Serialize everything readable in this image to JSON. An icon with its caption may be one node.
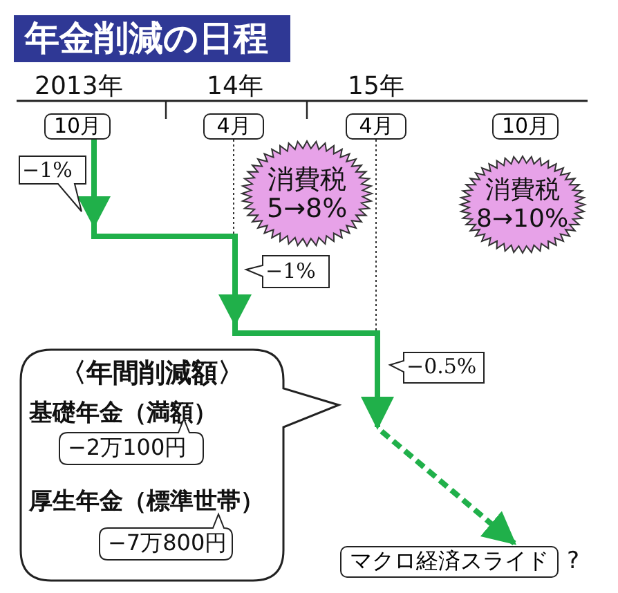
{
  "diagram": {
    "title": "年金削減の日程",
    "nodes": [
      {
        "text": [
          "10月"
        ]
      },
      {
        "text": [
          "4月"
        ]
      },
      {
        "text": [
          "4月"
        ]
      },
      {
        "text": [
          "10月"
        ]
      },
      {
        "text": [
          "−1%"
        ]
      },
      {
        "text": [
          "消費税",
          "5→8%"
        ]
      },
      {
        "text": [
          "消費税",
          "8→10%"
        ]
      },
      {
        "text": [
          "−1%"
        ]
      },
      {
        "text": [
          "〈年間削減額〉",
          "基礎年金（満額）",
          "厚生年金（標準世帯）"
        ]
      },
      {
        "text": [
          "−2万100円"
        ],
        "in": 8
      },
      {
        "text": [
          "−7万800円"
        ],
        "in": 8
      },
      {
        "text": [
          "−0.5%"
        ]
      },
      {
        "text": [
          "マクロ経済スライド"
        ],
        "beside": [
          "?"
        ]
      }
    ],
    "edges": [
      {
        "from": 0,
        "to": null,
        "arrow": "to",
        "style": "thick"
      },
      {
        "from": null,
        "to": 12,
        "arrow": "to",
        "style": "dashed"
      },
      {
        "from": 1,
        "to": null,
        "arrow": "none",
        "style": "dashed",
        "color": "#333333"
      },
      {
        "from": 2,
        "to": null,
        "arrow": "none",
        "style": "dashed",
        "color": "#333333"
      }
    ],
    "labels": [
      "2013年",
      "14年",
      "15年"
    ]
  }
}
